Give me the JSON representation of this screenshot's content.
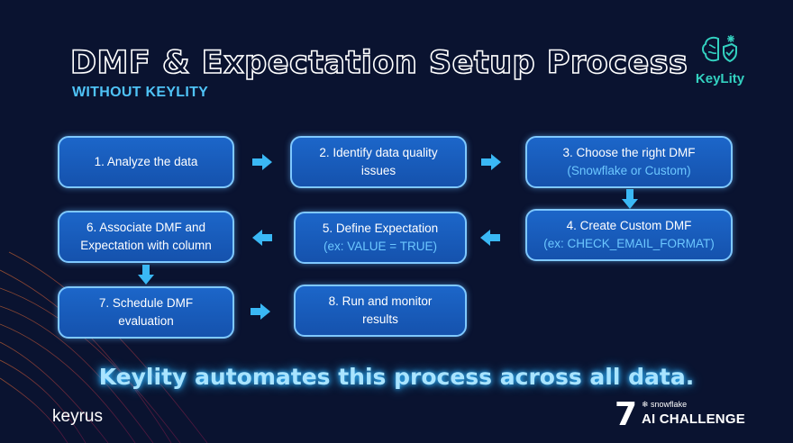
{
  "header": {
    "title": "DMF & Expectation Setup Process",
    "subtitle": "WITHOUT KEYLITY"
  },
  "brand_logo": {
    "name": "KeyLity",
    "icon": "brain-shield-icon"
  },
  "steps": [
    {
      "line1": "1. Analyze the data",
      "line2": "",
      "sub": ""
    },
    {
      "line1": "2. Identify data quality",
      "line2": "issues",
      "sub": ""
    },
    {
      "line1": "3. Choose the right DMF",
      "line2": "",
      "sub": "(Snowflake or Custom)"
    },
    {
      "line1": "4. Create Custom DMF",
      "line2": "",
      "sub": "(ex: CHECK_EMAIL_FORMAT)"
    },
    {
      "line1": "5. Define Expectation",
      "line2": "",
      "sub": "(ex: VALUE = TRUE)"
    },
    {
      "line1": "6. Associate DMF and",
      "line2": "Expectation with column",
      "sub": ""
    },
    {
      "line1": "7. Schedule DMF",
      "line2": "evaluation",
      "sub": ""
    },
    {
      "line1": "8. Run and monitor",
      "line2": "results",
      "sub": ""
    }
  ],
  "tagline": "Keylity automates this process across all data.",
  "footer": {
    "keyrus_logo": "keyrus",
    "challenge_number": "7",
    "challenge_brand": "snowflake",
    "challenge_label": "AI CHALLENGE"
  },
  "colors": {
    "background": "#0a1330",
    "box_fill": "#1c66c9",
    "box_border": "#7fc8ff",
    "accent": "#4fc3f7",
    "arrow": "#3ab8f5",
    "logo_teal": "#33d1c0"
  }
}
